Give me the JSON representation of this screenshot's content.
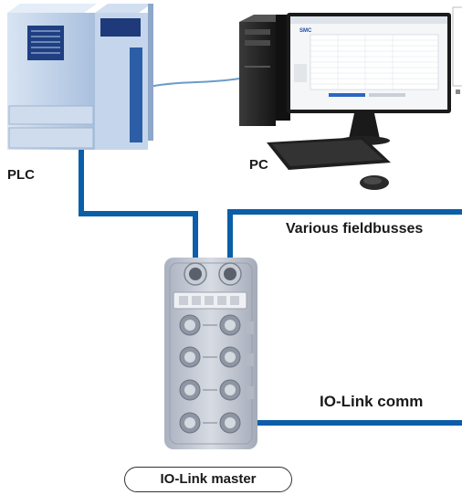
{
  "labels": {
    "plc": "PLC",
    "pc": "PC",
    "fieldbus": "Various fieldbusses",
    "iolink_comm": "IO-Link comm",
    "master": "IO-Link master"
  },
  "screen": {
    "logo": "SMC"
  },
  "colors": {
    "cable": "#0b5ea8",
    "plc_body": "#b9cde6",
    "plc_dark": "#1e3a7a",
    "pc_tower": "#2b2b2b",
    "device_body": "#c3c8d3"
  }
}
